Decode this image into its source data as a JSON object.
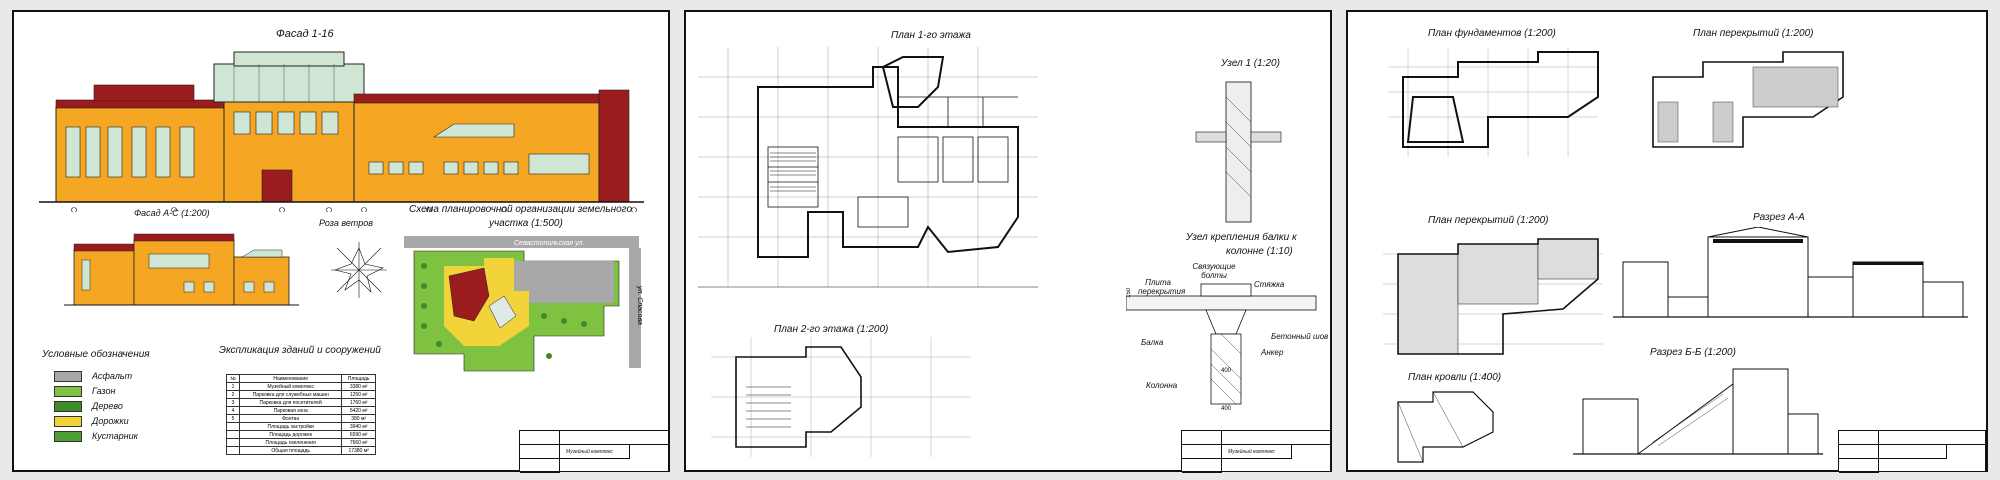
{
  "sheet1": {
    "facade_main_title": "Фасад 1-16",
    "facade_side_title": "Фасад А-С (1:200)",
    "wind_rose_title": "Роза ветров",
    "site_plan_title_line1": "Схема планировочной организации земельного",
    "site_plan_title_line2": "участка (1:500)",
    "street_top": "Севастопольская ул.",
    "street_right": "ул. Спасова",
    "legend_title": "Условные обозначения",
    "legend": [
      {
        "label": "Асфальт",
        "color": "#a8a8a8"
      },
      {
        "label": "Газон",
        "color": "#7fc241"
      },
      {
        "label": "Дерево",
        "color": "#3d8b2a"
      },
      {
        "label": "Дорожки",
        "color": "#f2d43a"
      },
      {
        "label": "Кустарник",
        "color": "#4a9e35"
      }
    ],
    "explication_title": "Экспликация зданий и сооружений",
    "explication_head": [
      "№",
      "Наименование",
      "Площадь"
    ],
    "explication_rows": [
      [
        "1",
        "Музейный комплекс",
        "3380 м²"
      ],
      [
        "2",
        "Парковка для служебных машин",
        "1250 м²"
      ],
      [
        "3",
        "Парковка для посетителей",
        "1760 м²"
      ],
      [
        "4",
        "Парковая зона",
        "5420 м²"
      ],
      [
        "5",
        "Фонтан",
        "380 м²"
      ],
      [
        "",
        "Площадь застройки",
        "3940 м²"
      ],
      [
        "",
        "Площадь дорожек",
        "6590 м²"
      ],
      [
        "",
        "Площадь озеленения",
        "7660 м²"
      ],
      [
        "",
        "Общая площадь",
        "17380 м²"
      ]
    ],
    "stamp_title": "Музейный комплекс"
  },
  "sheet2": {
    "plan1_title": "План 1-го этажа",
    "plan2_title": "План 2-го этажа (1:200)",
    "node1_title": "Узел 1 (1:20)",
    "node_beam_title_line1": "Узел крепления балки к",
    "node_beam_title_line2": "колонне (1:10)",
    "labels": {
      "slab": "Плита перекрытия",
      "bolts": "Связующие болты",
      "screed": "Стяжка",
      "beam": "Балка",
      "weld": "Бетонный шов",
      "anchor": "Анкер",
      "column": "Колонна",
      "dim1": "150",
      "dim2": "400",
      "dim3": "400"
    },
    "stamp_title": "Музейный комплекс"
  },
  "sheet3": {
    "found_title": "План фундаментов (1:200)",
    "slab_title_a": "План перекрытий (1:200)",
    "slab_title_b": "План перекрытий (1:200)",
    "section_aa_title": "Разрез А-А",
    "section_bb_title": "Разрез Б-Б (1:200)",
    "roof_title": "План кровли (1:400)"
  }
}
